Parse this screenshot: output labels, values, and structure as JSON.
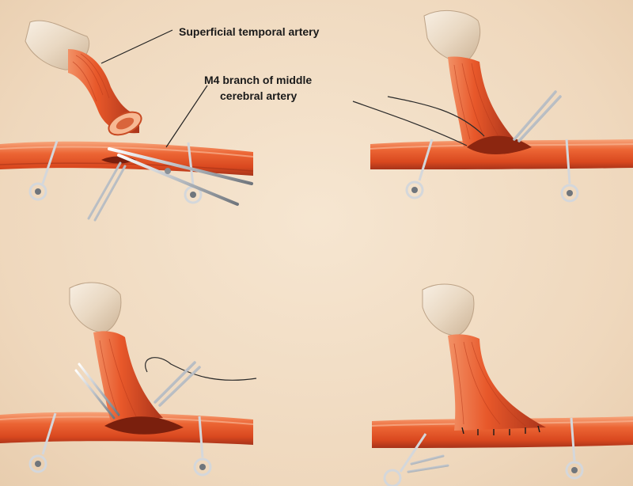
{
  "labels": {
    "sta": "Superficial temporal artery",
    "m4_line1": "M4 branch of middle",
    "m4_line2": "cerebral artery"
  },
  "colors": {
    "background": "#f1dcc2",
    "artery": "#e8582a",
    "artery_dark": "#b8391a",
    "artery_light": "#f59a6c",
    "fascia": "#eadbc6",
    "instrument": "#c9ccd0"
  },
  "panels": [
    {
      "name": "panel-arteriotomy",
      "step": 1
    },
    {
      "name": "panel-heel-suture",
      "step": 2
    },
    {
      "name": "panel-sidewall-suture",
      "step": 3
    },
    {
      "name": "panel-completed-anastomosis",
      "step": 4
    }
  ]
}
